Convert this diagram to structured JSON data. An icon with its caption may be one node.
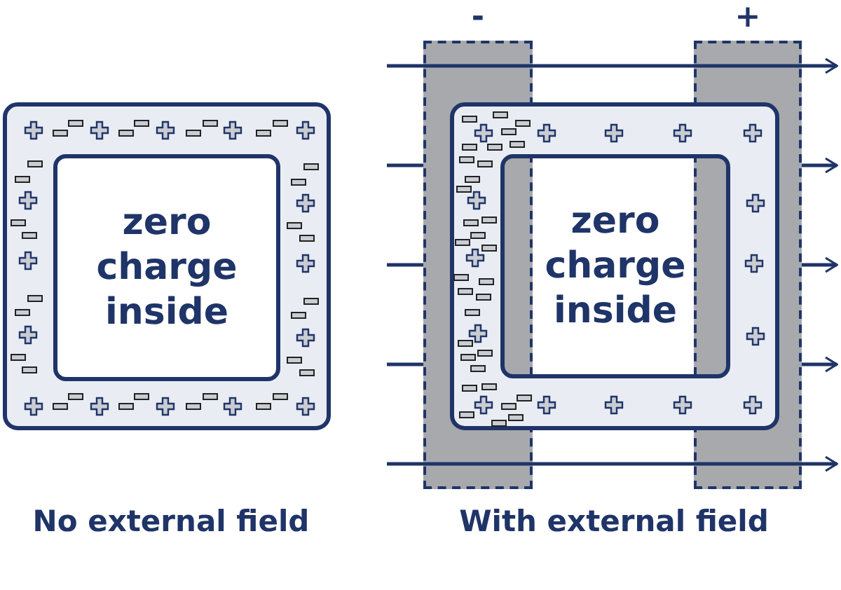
{
  "diagram": {
    "nodes": [
      {
        "text": [],
        "shape": "box"
      },
      {
        "text": [
          "zero charge inside"
        ],
        "in": 0
      },
      {
        "text": [
          "-"
        ]
      },
      {
        "text": [
          "+"
        ]
      },
      {
        "text": [],
        "shape": "box"
      },
      {
        "text": [
          "zero charge inside"
        ],
        "in": 4
      }
    ],
    "labels": [
      "No external field",
      "With external field"
    ]
  }
}
